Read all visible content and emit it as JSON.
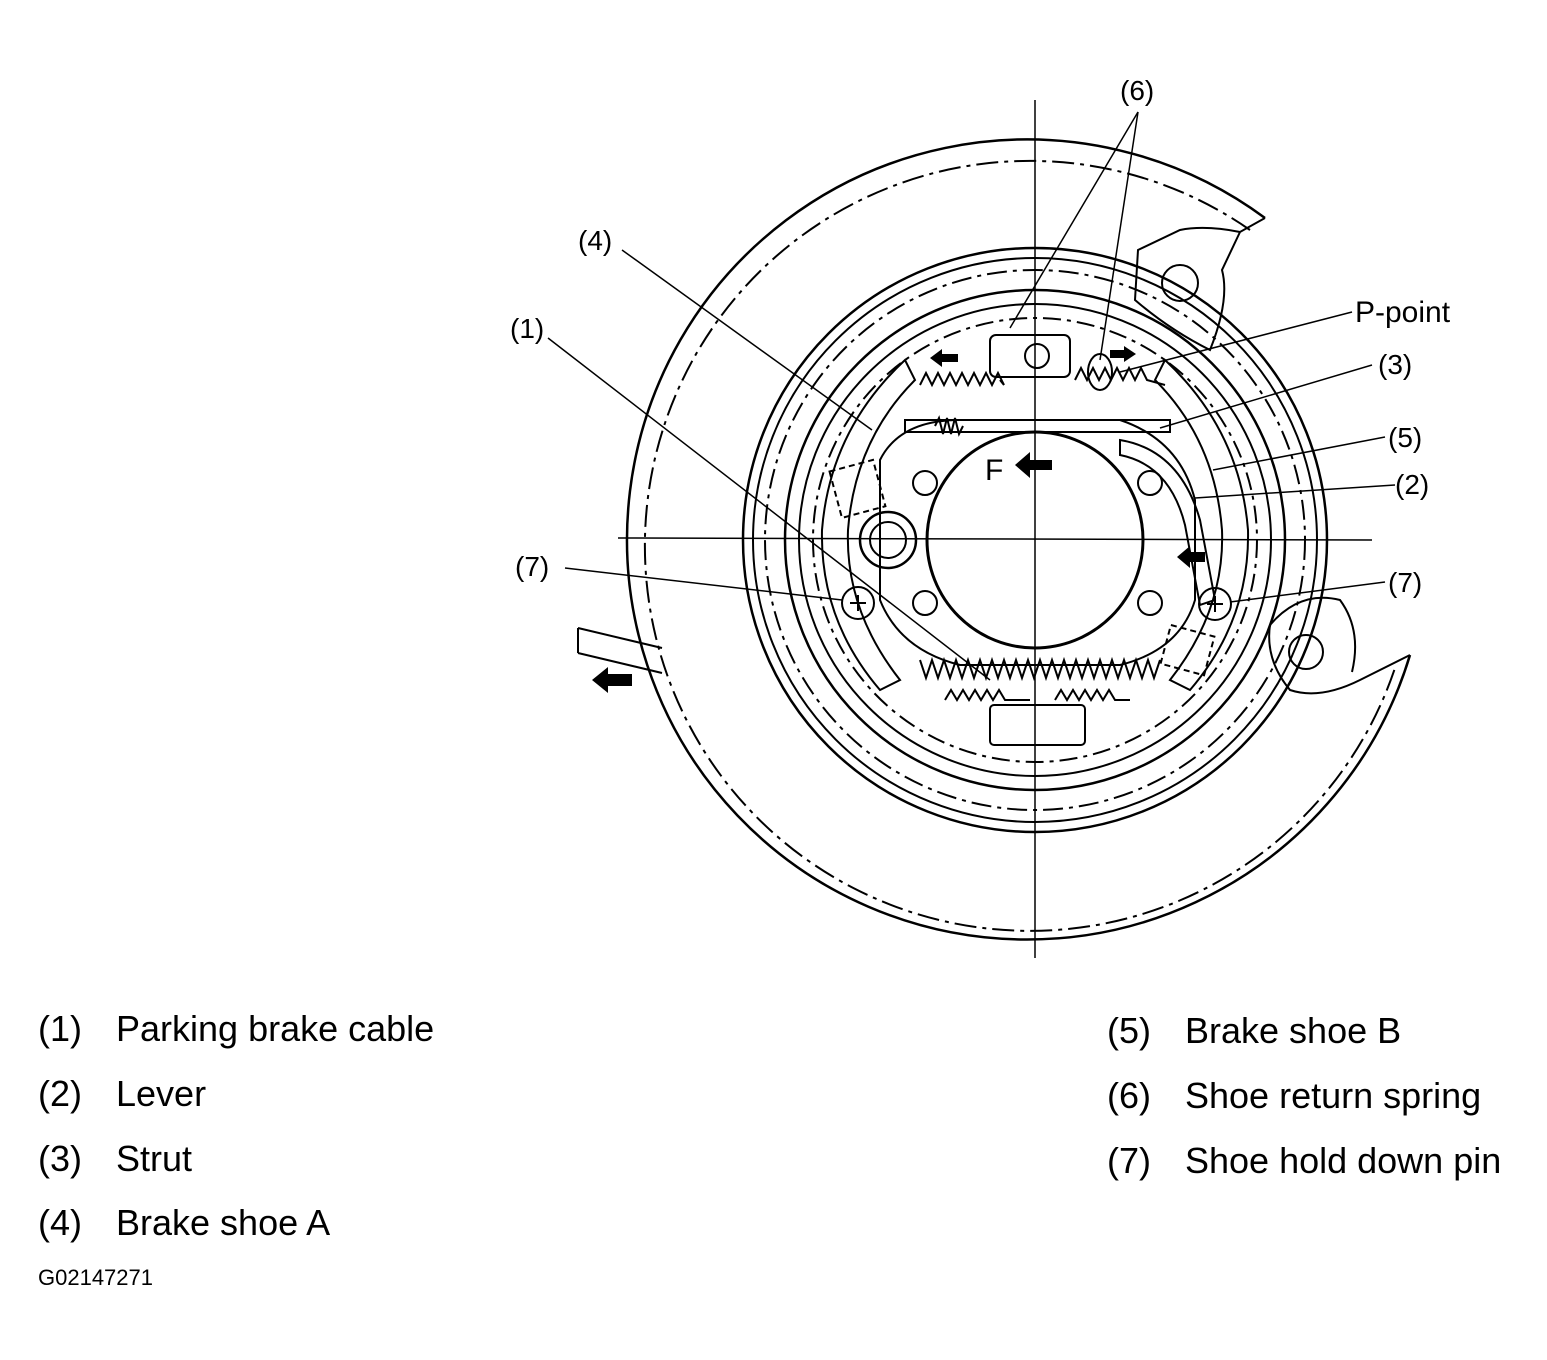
{
  "diagram": {
    "callouts": {
      "c6": "(6)",
      "c4": "(4)",
      "c1": "(1)",
      "ppoint": "P-point",
      "c3": "(3)",
      "c5": "(5)",
      "c2": "(2)",
      "c7_left": "(7)",
      "c7_right": "(7)",
      "forward_marker": "F"
    }
  },
  "legend": {
    "left": [
      {
        "num": "(1)",
        "label": "Parking brake cable"
      },
      {
        "num": "(2)",
        "label": "Lever"
      },
      {
        "num": "(3)",
        "label": "Strut"
      },
      {
        "num": "(4)",
        "label": "Brake shoe A"
      }
    ],
    "right": [
      {
        "num": "(5)",
        "label": "Brake shoe B"
      },
      {
        "num": "(6)",
        "label": "Shoe return spring"
      },
      {
        "num": "(7)",
        "label": "Shoe hold down pin"
      }
    ]
  },
  "figure_id": "G02147271",
  "colors": {
    "ink": "#000000",
    "background": "#ffffff"
  }
}
